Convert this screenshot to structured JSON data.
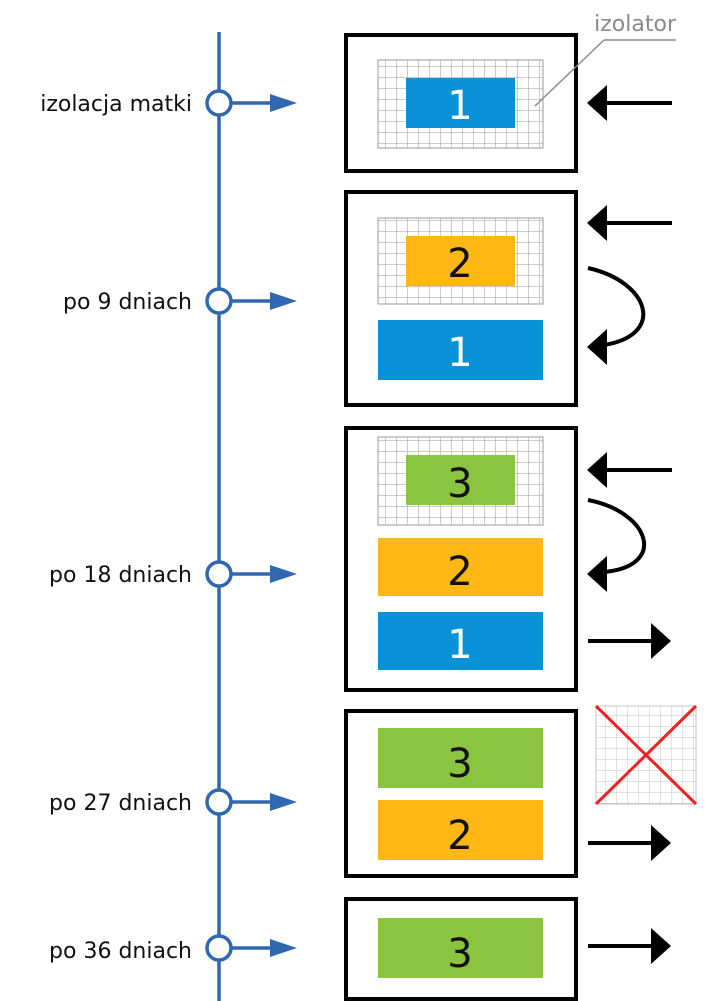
{
  "colors": {
    "timeline": "#2f68b0",
    "blue": "#0a92d9",
    "orange": "#ffb716",
    "green": "#8bc53f",
    "grid": "#999999",
    "cross": "#ee2222"
  },
  "isolator_label": "izolator",
  "stages": [
    {
      "label": "izolacja matki",
      "combs": [
        "1"
      ]
    },
    {
      "label": "po 9 dniach",
      "combs": [
        "2",
        "1"
      ]
    },
    {
      "label": "po 18 dniach",
      "combs": [
        "3",
        "2",
        "1"
      ]
    },
    {
      "label": "po 27 dniach",
      "combs": [
        "3",
        "2"
      ]
    },
    {
      "label": "po 36 dniach",
      "combs": [
        "3"
      ]
    }
  ]
}
